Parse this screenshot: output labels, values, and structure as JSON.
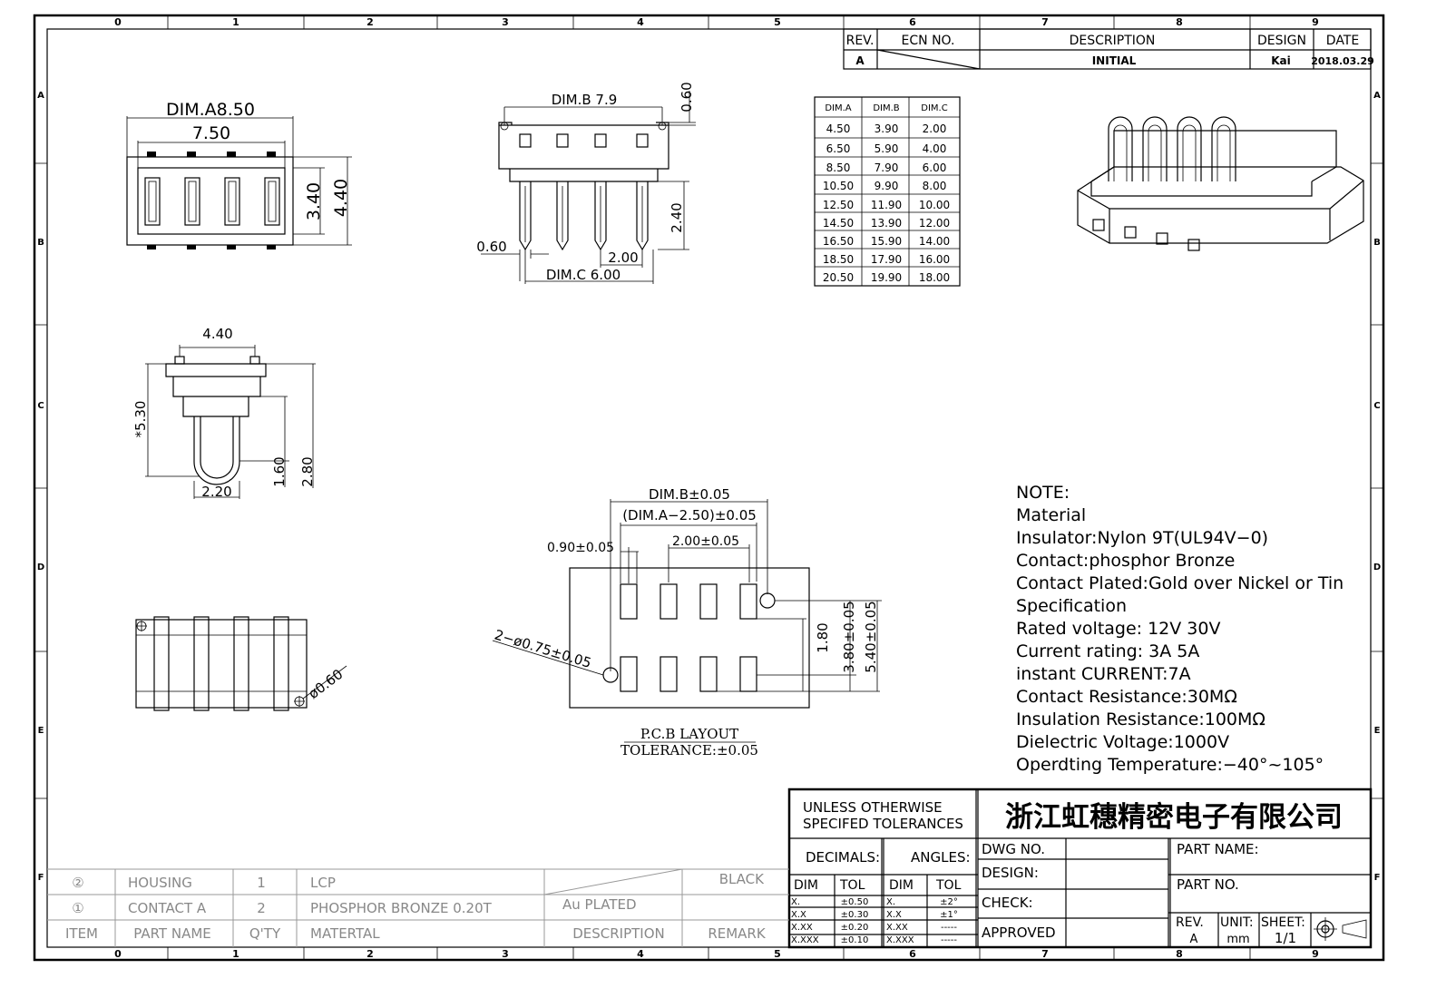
{
  "grid": {
    "cols": [
      "0",
      "1",
      "2",
      "3",
      "4",
      "5",
      "6",
      "7",
      "8",
      "9"
    ],
    "rows": [
      "A",
      "B",
      "C",
      "D",
      "E",
      "F"
    ]
  },
  "revision": {
    "headers": {
      "rev": "REV.",
      "ecn": "ECN NO.",
      "description": "DESCRIPTION",
      "design": "DESIGN",
      "date": "DATE"
    },
    "row": {
      "rev": "A",
      "description": "INITIAL",
      "design": "Kai",
      "date": "2018.03.29"
    }
  },
  "dim_table": {
    "headers": [
      "DIM.A",
      "DIM.B",
      "DIM.C"
    ],
    "rows": [
      [
        "4.50",
        "3.90",
        "2.00"
      ],
      [
        "6.50",
        "5.90",
        "4.00"
      ],
      [
        "8.50",
        "7.90",
        "6.00"
      ],
      [
        "10.50",
        "9.90",
        "8.00"
      ],
      [
        "12.50",
        "11.90",
        "10.00"
      ],
      [
        "14.50",
        "13.90",
        "12.00"
      ],
      [
        "16.50",
        "15.90",
        "14.00"
      ],
      [
        "18.50",
        "17.90",
        "16.00"
      ],
      [
        "20.50",
        "19.90",
        "18.00"
      ]
    ]
  },
  "top_view": {
    "dim_a": "DIM.A8.50",
    "width": "7.50",
    "h1": "3.40",
    "h2": "4.40"
  },
  "front_view": {
    "dim_b": "DIM.B  7.9",
    "top": "0.60",
    "pin": "0.60",
    "pin_len": "2.40",
    "pitch": "2.00",
    "dim_c": "DIM.C  6.00"
  },
  "side_view": {
    "top": "4.40",
    "height": "*5.30",
    "h1": "1.60",
    "h2": "2.80",
    "bottom": "2.20"
  },
  "bottom_view": {
    "hole": "ø0.60"
  },
  "pcb": {
    "dim_b": "DIM.B±0.05",
    "dim_a": "(DIM.A−2.50)±0.05",
    "pad": "0.90±0.05",
    "pitch": "2.00±0.05",
    "holes": "2−ø0.75±0.05",
    "row": "1.80",
    "h1": "3.80±0.05",
    "h2": "5.40±0.05",
    "title": "P.C.B  LAYOUT",
    "tolerance": "TOLERANCE:±0.05"
  },
  "notes": [
    "NOTE:",
    "Material",
    "Insulator:Nylon 9T(UL94V−0)",
    "Contact:phosphor Bronze",
    "Contact Plated:Gold over Nickel or Tin",
    "Specification",
    "Rated voltage: 12V  30V",
    "Current rating: 3A    5A",
    "instant CURRENT:7A",
    "Contact Resistance:30MΩ",
    "Insulation Resistance:100MΩ",
    "Dielectric Voltage:1000V",
    "Operdting Temperature:−40°~105°"
  ],
  "title_block": {
    "tol1": "UNLESS OTHERWISE",
    "tol2": "SPECIFED TOLERANCES",
    "company": "浙江虹穗精密电子有限公司",
    "decimals": "DECIMALS:",
    "angles": "ANGLES:",
    "dim": "DIM",
    "tol": "TOL",
    "dec_rows": [
      [
        "X.",
        "±0.50"
      ],
      [
        "X.X",
        "±0.30"
      ],
      [
        "X.XX",
        "±0.20"
      ],
      [
        "X.XXX",
        "±0.10"
      ]
    ],
    "ang_rows": [
      [
        "X.",
        "±2°"
      ],
      [
        "X.X",
        "±1°"
      ],
      [
        "X.XX",
        "-----"
      ],
      [
        "X.XXX",
        "-----"
      ]
    ],
    "dwg_no": "DWG NO.",
    "design": "DESIGN:",
    "check": "CHECK:",
    "approved": "APPROVED",
    "part_name": "PART NAME:",
    "part_no": "PART NO.",
    "rev": "REV.",
    "rev_val": "A",
    "unit": "UNIT:",
    "unit_val": "mm",
    "sheet": "SHEET:",
    "sheet_val": "1/1"
  },
  "bom": {
    "headers": [
      "ITEM",
      "PART NAME",
      "Q'TY",
      "MATERTAL",
      "DESCRIPTION",
      "REMARK"
    ],
    "rows": [
      [
        "②",
        "HOUSING",
        "1",
        "LCP",
        "",
        "BLACK"
      ],
      [
        "①",
        "CONTACT A",
        "2",
        "PHOSPHOR BRONZE 0.20T",
        "Au PLATED",
        ""
      ]
    ]
  }
}
